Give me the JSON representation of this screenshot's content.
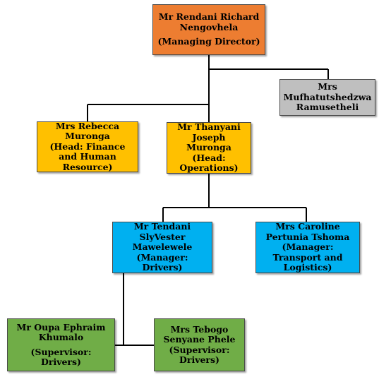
{
  "nodes": {
    "md": {
      "name": "Mr Rendani Richard Nengovhela",
      "role": "(Managing Director)",
      "color": "#ed7d31"
    },
    "assistant": {
      "name": "Mrs Mufhatutshedzwa Ramusetheli",
      "color": "#bfbfbf"
    },
    "finance": {
      "name": "Mrs Rebecca Muronga",
      "role": "(Head: Finance and Human Resource)",
      "color": "#ffc000"
    },
    "operations": {
      "name": "Mr Thanyani Joseph Muronga",
      "role": "(Head: Operations)",
      "color": "#ffc000"
    },
    "drivers_mgr": {
      "name": "Mr Tendani SlyVester Mawelewele",
      "role": "(Manager: Drivers)",
      "color": "#00b0f0"
    },
    "transport_mgr": {
      "name": "Mrs Caroline Pertunia Tshoma",
      "role": "(Manager: Transport and Logistics)",
      "color": "#00b0f0"
    },
    "sup1": {
      "name": "Mr Oupa Ephraim Khumalo",
      "role": "(Supervisor: Drivers)",
      "color": "#70ad47"
    },
    "sup2": {
      "name": "Mrs Tebogo Senyane Phele",
      "role": "(Supervisor: Drivers)",
      "color": "#70ad47"
    }
  }
}
